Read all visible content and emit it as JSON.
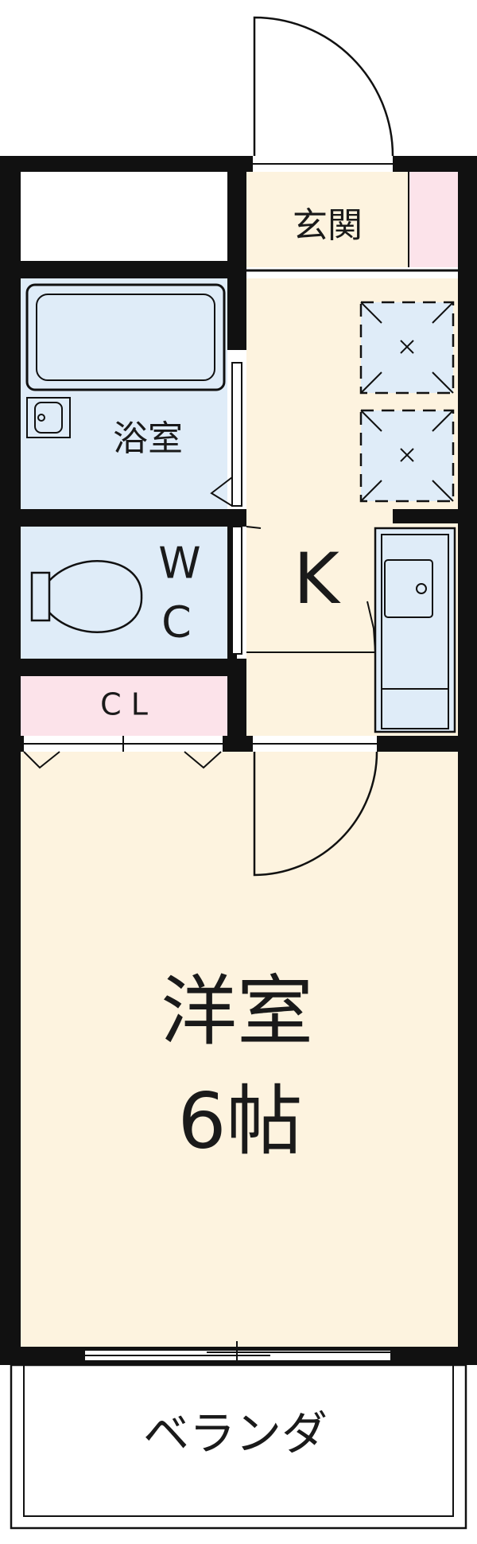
{
  "rooms": {
    "entrance": "玄関",
    "bath": "浴室",
    "wc_line1": "W",
    "wc_line2": "C",
    "kitchen": "K",
    "closet": "C L",
    "western_room": "洋室",
    "western_room_size": "6帖",
    "balcony": "ベランダ"
  },
  "colors": {
    "floor": "#fdf3df",
    "wet_area": "#dfecf8",
    "closet": "#fce3ea",
    "wall": "#111111"
  }
}
